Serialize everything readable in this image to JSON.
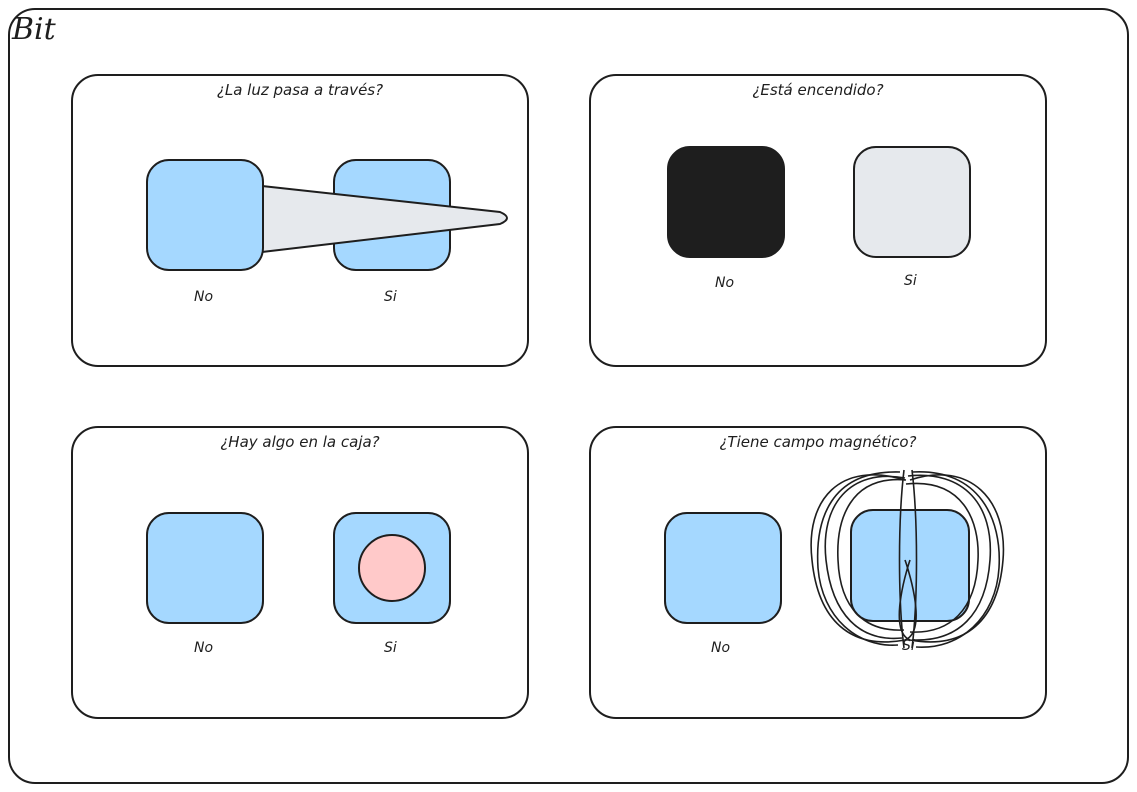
{
  "title": "Bit",
  "colors": {
    "box_fill": "#a5d8ff",
    "dark_fill": "#1e1e1e",
    "light_fill": "#e6e9ed",
    "ball_fill": "#ffc9c9",
    "stroke": "#1e1e1e"
  },
  "panels": [
    {
      "question": "¿La luz pasa a través?",
      "label_no": "No",
      "label_si": "Si"
    },
    {
      "question": "¿Está encendido?",
      "label_no": "No",
      "label_si": "Si"
    },
    {
      "question": "¿Hay algo en la caja?",
      "label_no": "No",
      "label_si": "Si"
    },
    {
      "question": "¿Tiene campo magnético?",
      "label_no": "No",
      "label_si": "Si"
    }
  ]
}
